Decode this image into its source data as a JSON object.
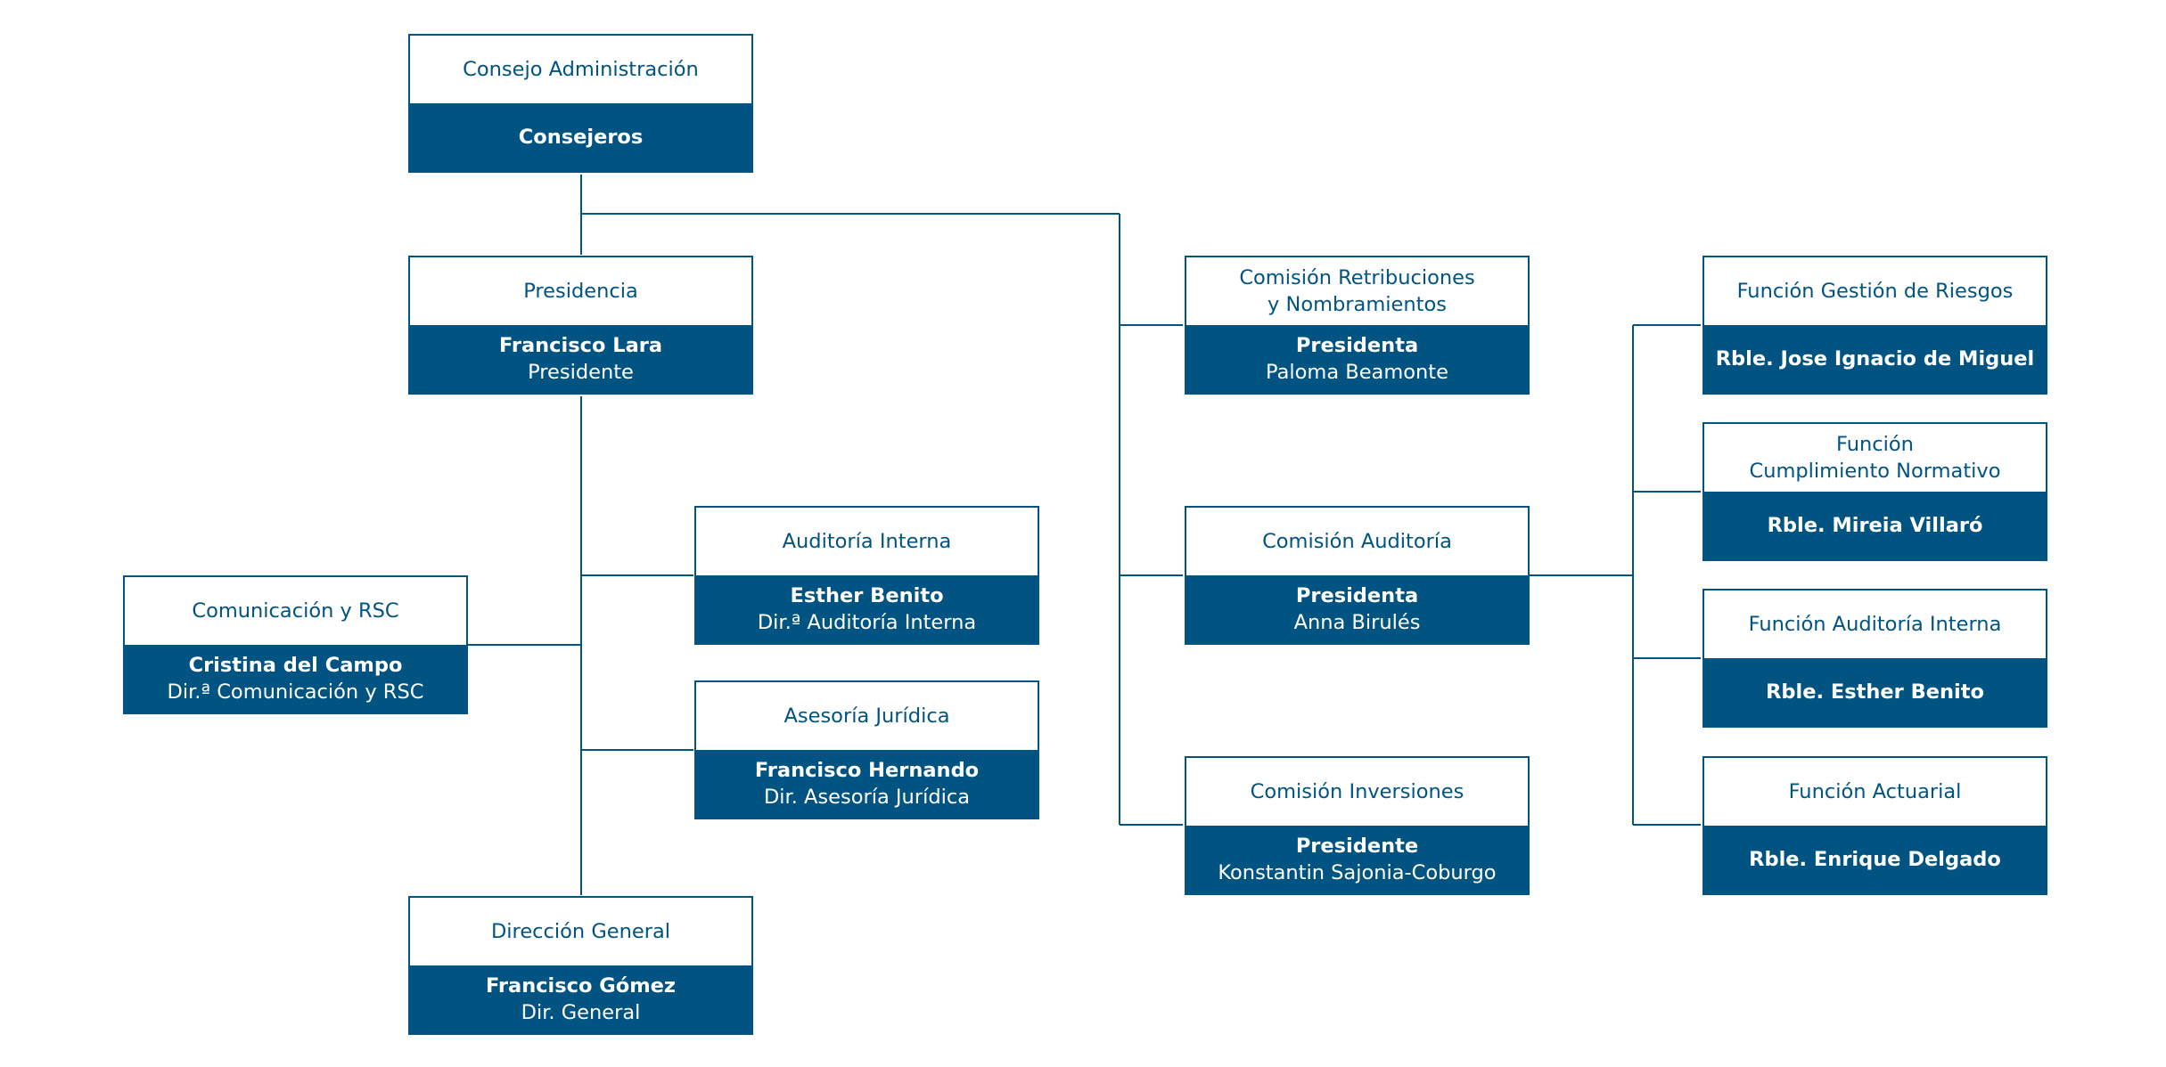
{
  "colors": {
    "primary": "#015482",
    "background": "#ffffff"
  },
  "nodes": {
    "consejo": {
      "title": "Consejo Administración",
      "name": "Consejeros"
    },
    "presidencia": {
      "title": "Presidencia",
      "name": "Francisco Lara",
      "role": "Presidente"
    },
    "auditoria_interna": {
      "title": "Auditoría Interna",
      "name": "Esther Benito",
      "role": "Dir.ª Auditoría Interna"
    },
    "comunicacion": {
      "title": "Comunicación y RSC",
      "name": "Cristina del Campo",
      "role": "Dir.ª Comunicación y RSC"
    },
    "asesoria": {
      "title": "Asesoría Jurídica",
      "name": "Francisco Hernando",
      "role": "Dir. Asesoría Jurídica"
    },
    "direccion": {
      "title": "Dirección General",
      "name": "Francisco Gómez",
      "role": "Dir. General"
    },
    "com_retribuciones": {
      "title_line1": "Comisión Retribuciones",
      "title_line2": "y Nombramientos",
      "name": "Presidenta",
      "role": "Paloma Beamonte"
    },
    "com_auditoria": {
      "title": "Comisión Auditoría",
      "name": "Presidenta",
      "role": "Anna Birulés"
    },
    "com_inversiones": {
      "title": "Comisión Inversiones",
      "name": "Presidente",
      "role": "Konstantin Sajonia-Coburgo"
    },
    "fun_riesgos": {
      "title": "Función Gestión de Riesgos",
      "name": "Rble. Jose Ignacio de Miguel"
    },
    "fun_cumplimiento": {
      "title_line1": "Función",
      "title_line2": "Cumplimiento Normativo",
      "name": "Rble. Mireia Villaró"
    },
    "fun_auditoria": {
      "title": "Función Auditoría Interna",
      "name": "Rble. Esther Benito"
    },
    "fun_actuarial": {
      "title": "Función Actuarial",
      "name": "Rble. Enrique Delgado"
    }
  }
}
